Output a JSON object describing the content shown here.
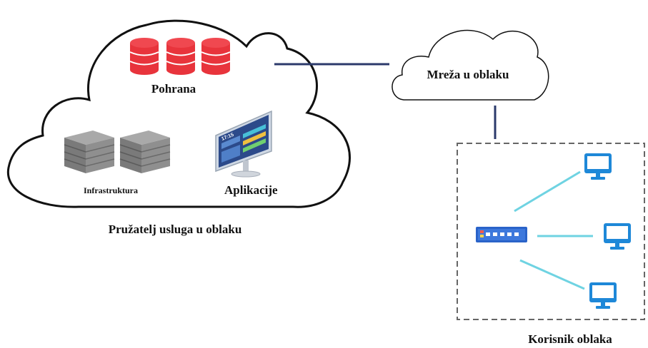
{
  "labels": {
    "storage": "Pohrana",
    "infrastructure": "Infrastruktura",
    "applications": "Aplikacije",
    "provider": "Pružatelj usluga u oblaku",
    "network": "Mreža u oblaku",
    "user": "Korisnik oblaka"
  },
  "monitor_screen": {
    "clock": "17:15"
  },
  "colors": {
    "storage_red": "#e8343c",
    "server_gray": "#8a8a8a",
    "link_navy": "#2b3a6b",
    "lan_cyan": "#6fd3e2",
    "pc_blue": "#1e88d8",
    "switch_blue": "#2a63c9"
  },
  "icons": {
    "storage": "database-cylinder-icon",
    "infrastructure": "server-rack-icon",
    "applications": "monitor-app-icon",
    "switch": "network-switch-icon",
    "computer": "desktop-computer-icon"
  }
}
